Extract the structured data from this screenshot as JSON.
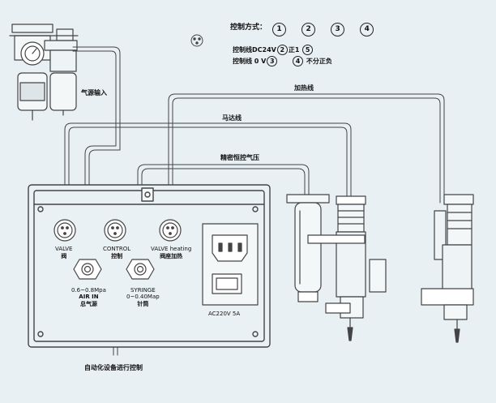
{
  "control_modes": {
    "title": "控制方式：",
    "options": [
      "1",
      "2",
      "3",
      "4"
    ],
    "line1": {
      "prefix": "控制线DC24V",
      "num_a": "2",
      "mid": "正1",
      "num_b": "5"
    },
    "line2": {
      "prefix": "控制线  0 V",
      "num_a": "3",
      "num_b": "4",
      "suffix": "不分正负"
    }
  },
  "wire_labels": {
    "heating": "加热线",
    "motor": "马达线",
    "pressure": "精密恒控气压",
    "air_inlet": "气源输入",
    "automation": "自动化设备进行控制"
  },
  "controller": {
    "valve": {
      "en": "VALVE",
      "cn": "阀"
    },
    "control": {
      "en": "CONTROL",
      "cn": "控制"
    },
    "valve_heating": {
      "en": "VALVE heating",
      "cn": "阀座加热"
    },
    "air_in": {
      "range": "0.6~0.8Mpa",
      "en": "AIR IN",
      "cn": "总气源"
    },
    "syringe": {
      "en": "SYRINGE",
      "range": "0~0.40Map",
      "cn": "针筒"
    },
    "power": "AC220V 5A"
  }
}
